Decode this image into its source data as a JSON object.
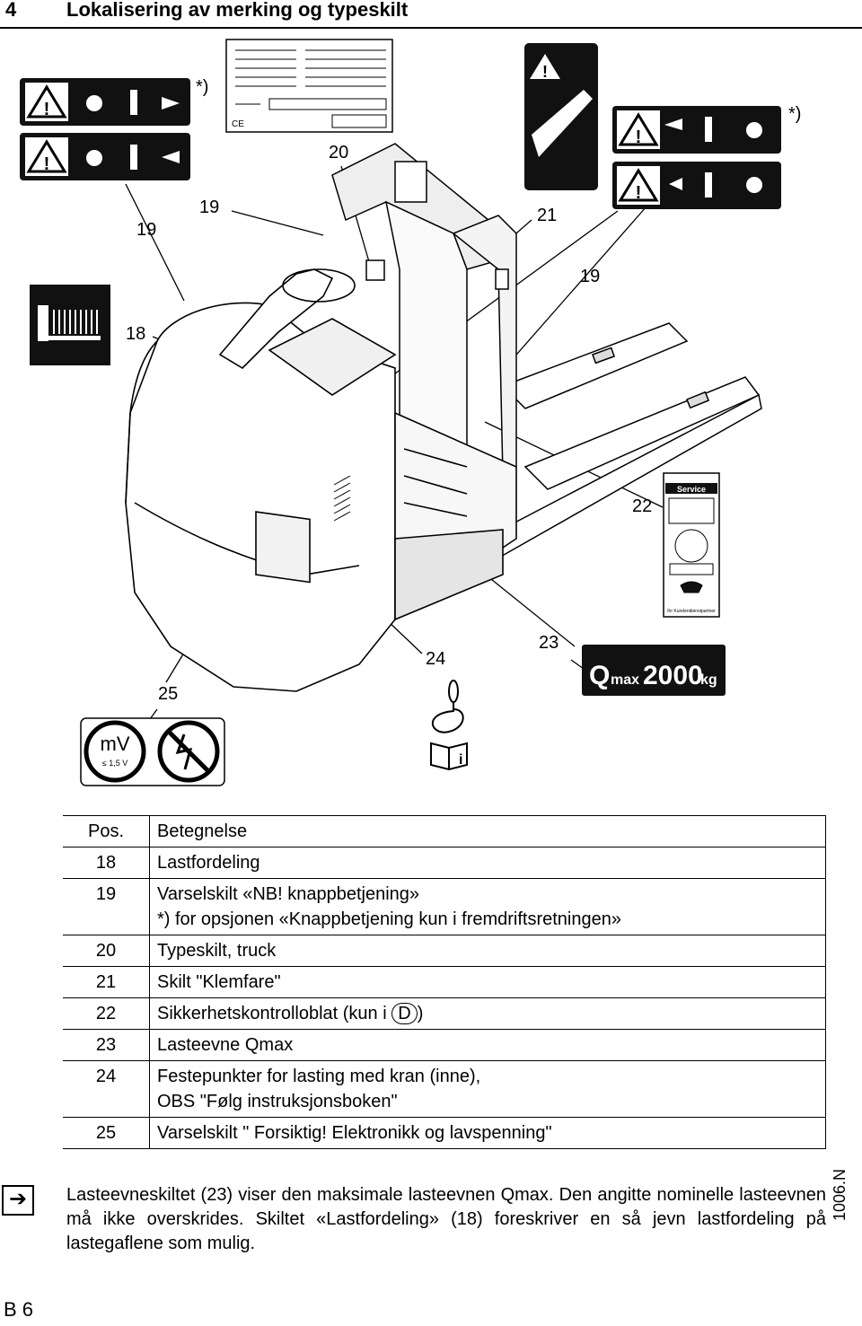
{
  "header": {
    "number": "4",
    "title": "Lokalisering av merking og typeskilt"
  },
  "callouts": {
    "n18": "18",
    "n19a": "19",
    "n19b": "19",
    "n19c": "19",
    "n20": "20",
    "n21": "21",
    "n22": "22",
    "n23": "23",
    "n24": "24",
    "n25": "25",
    "star_left": "*)",
    "star_right": "*)"
  },
  "signs": {
    "service": "Service",
    "kundendienst": "Ihr Kundendienstpartner",
    "qmax_q": "Q",
    "qmax_sub": "max",
    "qmax_value": "2000",
    "qmax_unit": "kg",
    "mv": "mV",
    "mv_sub": "≤ 1,5 V",
    "ce": "CE",
    "book_i": "i"
  },
  "table": {
    "header": {
      "pos": "Pos.",
      "name": "Betegnelse"
    },
    "rows": [
      {
        "pos": "18",
        "line1": "Lastfordeling",
        "line2": ""
      },
      {
        "pos": "19",
        "line1": "Varselskilt «NB! knappbetjening»",
        "line2": "*) for opsjonen «Knappbetjening kun i fremdriftsretningen»"
      },
      {
        "pos": "20",
        "line1": "Typeskilt, truck",
        "line2": ""
      },
      {
        "pos": "21",
        "line1": "Skilt \"Klemfare\"",
        "line2": ""
      },
      {
        "pos": "22",
        "line1": "Sikkerhetskontrolloblat (kun i",
        "country": "D",
        "suffix": ")"
      },
      {
        "pos": "23",
        "line1": "Lasteevne Qmax",
        "line2": ""
      },
      {
        "pos": "24",
        "line1": "Festepunkter for lasting med kran (inne),",
        "line2": "OBS \"Følg instruksjonsboken\""
      },
      {
        "pos": "25",
        "line1": "Varselskilt \" Forsiktig! Elektronikk og lavspenning\"",
        "line2": ""
      }
    ]
  },
  "note": {
    "arrow": "➔",
    "text": "Lasteevneskiltet (23) viser den maksimale lasteevnen Qmax. Den angitte nominelle lasteevnen må ikke overskrides. Skiltet «Lastfordeling» (18) foreskriver en så jevn lastfordeling på lastegaflene som mulig."
  },
  "doc_id": "1006.N",
  "footer": "B 6"
}
